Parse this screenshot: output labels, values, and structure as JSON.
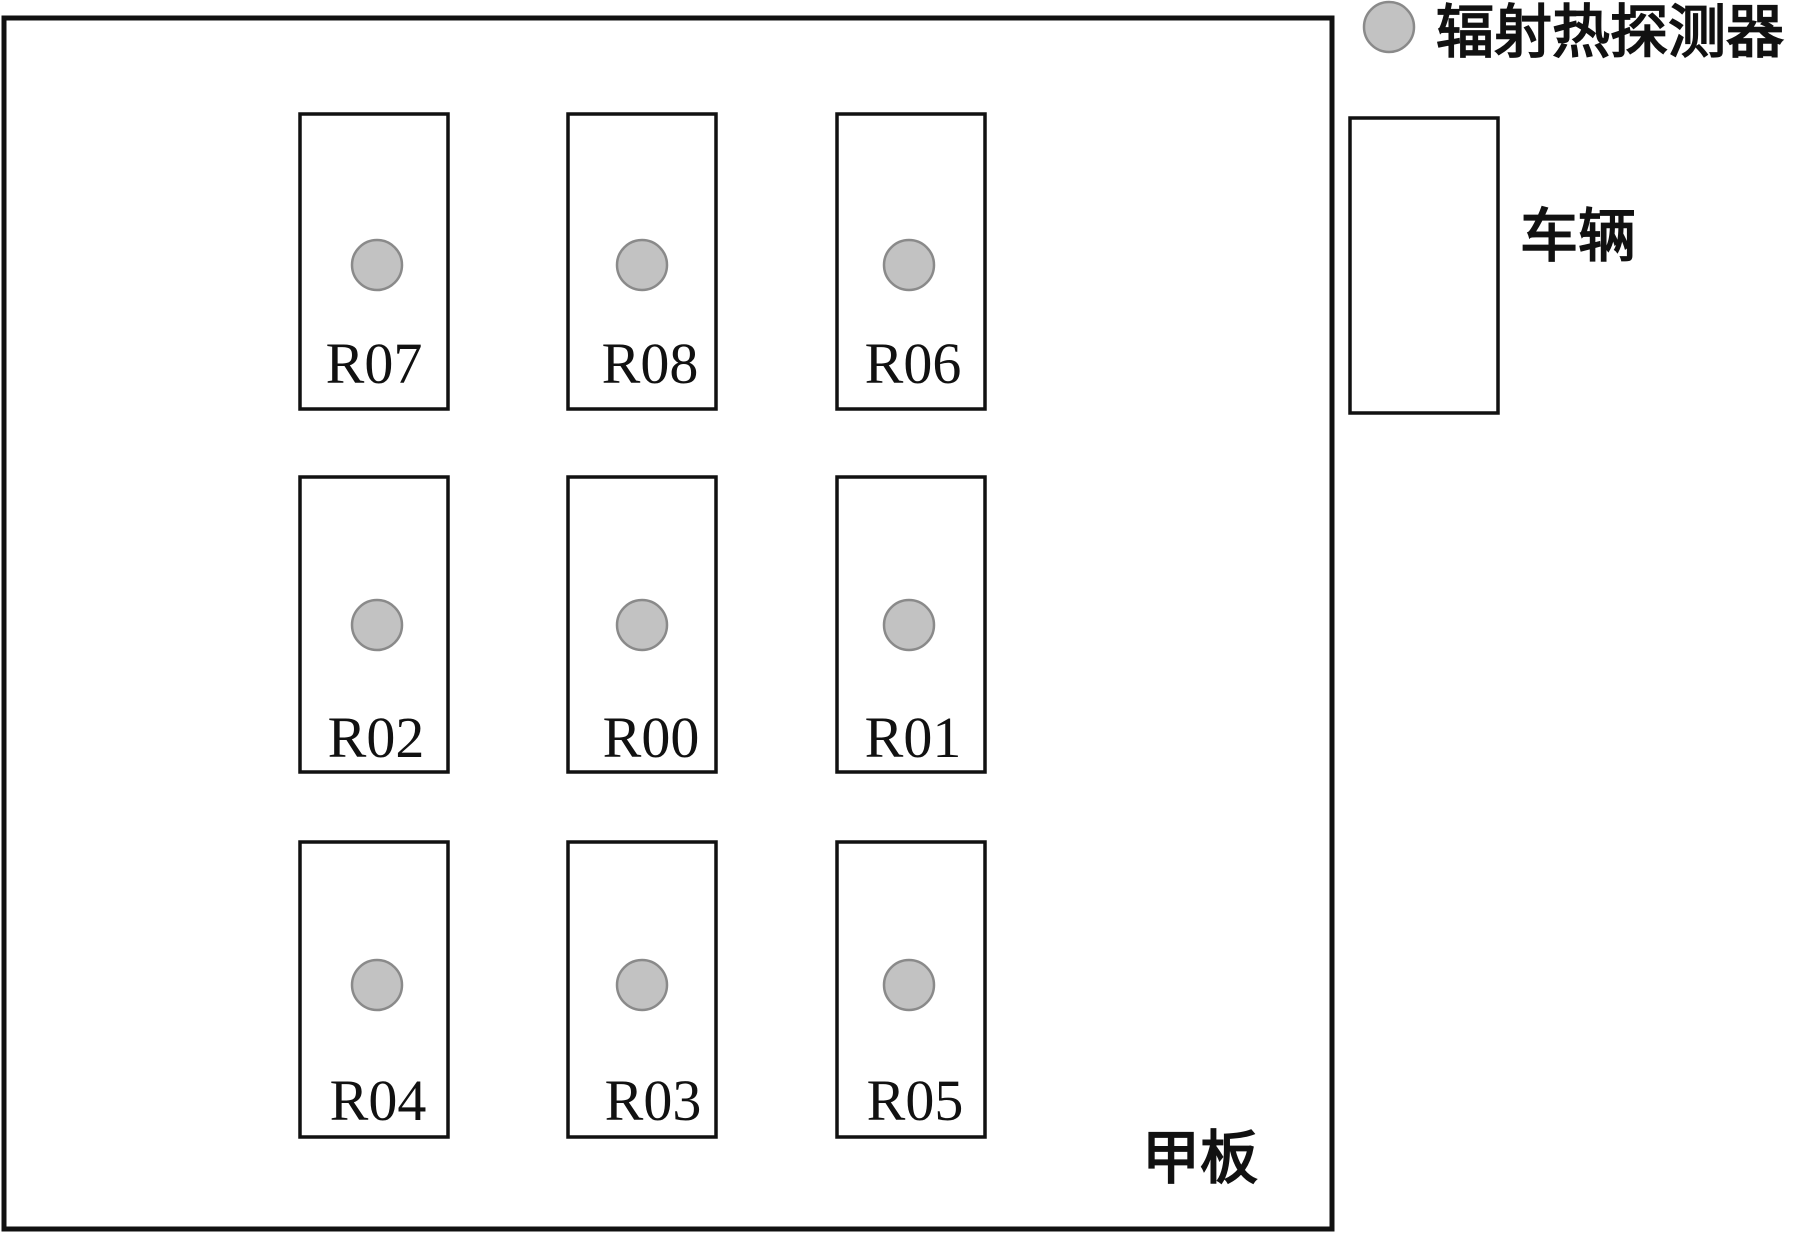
{
  "legend": {
    "detector_label": "辐射热探测器",
    "vehicle_label": "车辆"
  },
  "deck": {
    "label": "甲板"
  },
  "vehicles": [
    {
      "id": "R07"
    },
    {
      "id": "R08"
    },
    {
      "id": "R06"
    },
    {
      "id": "R02"
    },
    {
      "id": "R00"
    },
    {
      "id": "R01"
    },
    {
      "id": "R04"
    },
    {
      "id": "R03"
    },
    {
      "id": "R05"
    }
  ],
  "colors": {
    "detector_fill": "#c2c2c2",
    "outline": "#111111"
  }
}
